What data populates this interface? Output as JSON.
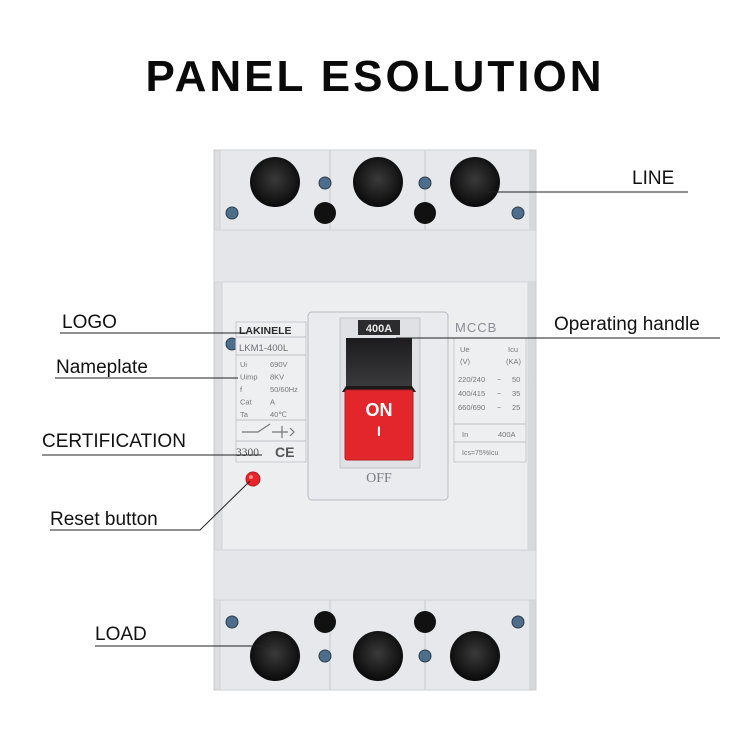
{
  "title": "PANEL ESOLUTION",
  "callouts": {
    "line": "LINE",
    "logo": "LOGO",
    "nameplate": "Nameplate",
    "certification": "CERTIFICATION",
    "reset_button": "Reset button",
    "load": "LOAD",
    "operating_handle": "Operating handle"
  },
  "breaker": {
    "brand": "LAKINELE",
    "model": "LKM1-400L",
    "specs_left": [
      {
        "k": "Ui",
        "v": "690V"
      },
      {
        "k": "Uimp",
        "v": "8KV"
      },
      {
        "k": "f",
        "v": "50/60Hz"
      },
      {
        "k": "Cat",
        "v": "A"
      },
      {
        "k": "Ta",
        "v": "40℃"
      }
    ],
    "cert_number": "3300",
    "cert_mark": "CE",
    "rating_label": "400A",
    "handle_on": "ON",
    "handle_on_symbol": "I",
    "handle_off": "OFF",
    "type_label": "MCCB",
    "spec_head": {
      "ue": "Ue",
      "icu": "Icu",
      "ue_unit": "(V)",
      "icu_unit": "(KA)"
    },
    "specs_right": [
      {
        "ue": "220/240",
        "sep": "~",
        "icu": "50"
      },
      {
        "ue": "400/415",
        "sep": "~",
        "icu": "35"
      },
      {
        "ue": "660/690",
        "sep": "~",
        "icu": "25"
      }
    ],
    "in_label": "In",
    "in_value": "400A",
    "ics_note": "Ics=75%Icu",
    "colors": {
      "body": "#e9eaec",
      "handle_red": "#e3262b",
      "handle_dark": "#2b2b2d",
      "reset_red": "#e8262a"
    }
  }
}
